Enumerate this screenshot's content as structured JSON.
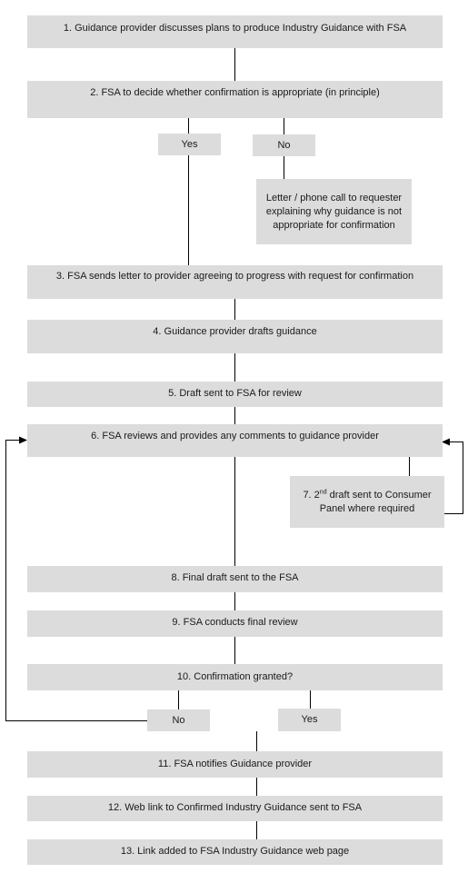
{
  "steps": {
    "s1": "1. Guidance provider discusses plans to produce Industry Guidance with FSA",
    "s2": "2. FSA to decide whether confirmation is appropriate (in principle)",
    "s2_yes": "Yes",
    "s2_no": "No",
    "s2_letter": "Letter / phone call to requester explaining why guidance is not appropriate for confirmation",
    "s3": "3. FSA sends letter to provider agreeing to progress with request for confirmation",
    "s4": "4. Guidance provider drafts guidance",
    "s5": "5. Draft sent to FSA for review",
    "s6": "6. FSA reviews and provides any comments to guidance provider",
    "s7_prefix": "7. 2",
    "s7_sup": "nd",
    "s7_rest": " draft sent to Consumer Panel where required",
    "s8": "8. Final draft sent to the FSA",
    "s9": "9. FSA conducts final review",
    "s10": "10. Confirmation granted?",
    "s10_no": "No",
    "s10_yes": "Yes",
    "s11": "11. FSA notifies Guidance provider",
    "s12": "12. Web link to Confirmed Industry Guidance sent to FSA",
    "s13": "13. Link added to FSA Industry Guidance web page"
  }
}
